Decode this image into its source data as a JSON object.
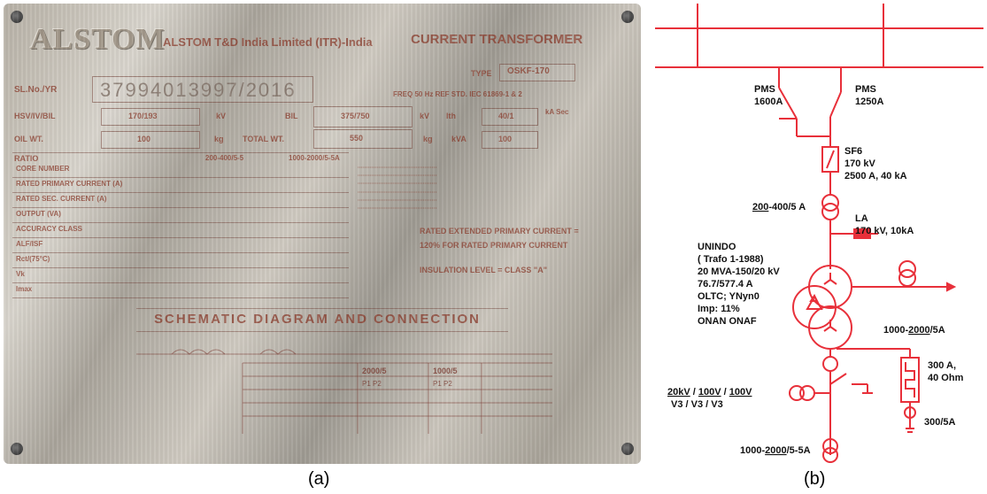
{
  "panel_a": {
    "brand": "ALSTOM",
    "header": "ALSTOM T&D India Limited (ITR)-India",
    "title": "CURRENT TRANSFORMER",
    "type_label": "TYPE",
    "type_value": "OSKF-170",
    "serial_label": "SL.No./YR",
    "serial_value": "37994013997/2016",
    "fields": {
      "hsv_label": "HSV/IV/BIL",
      "hsv_value": "170/193",
      "kv_label": "kV",
      "bil_label": "BIL",
      "bil_value": "375/750",
      "kv2": "kV",
      "ith_label": "Ith",
      "ith_value": "40/1",
      "ka_label": "kA Sec",
      "oil_label": "OIL WT.",
      "oil_value": "100",
      "kg_label": "kg",
      "total_label": "TOTAL WT.",
      "total_value": "550",
      "kg2": "kg",
      "kva_label": "kVA",
      "kva_value": "100",
      "freq": "FREQ 50 Hz  REF STD. IEC 61869-1 & 2"
    },
    "ratio_row": {
      "label": "RATIO",
      "v1": "200-400/5-5",
      "v2": "1000-2000/5-5A"
    },
    "table_rows": [
      "CORE NUMBER",
      "RATED PRIMARY CURRENT (A)",
      "RATED SEC. CURRENT (A)",
      "OUTPUT (VA)",
      "ACCURACY CLASS",
      "ALF/ISF",
      "Rct/(75°C)",
      "Vk",
      "Imax"
    ],
    "notes": [
      "RATED EXTENDED PRIMARY CURRENT =",
      "120% FOR RATED PRIMARY CURRENT",
      "INSULATION LEVEL = CLASS \"A\""
    ],
    "diagram_title": "SCHEMATIC DIAGRAM AND CONNECTION",
    "connection_headers": [
      "2000/5",
      "1000/5"
    ],
    "connection_taps": [
      "P1  P2",
      "P1  P2"
    ]
  },
  "panel_b": {
    "pms_left": "PMS\n1600A",
    "pms_right": "PMS\n1250A",
    "sf6": "SF6\n170 kV\n2500 A, 40 kA",
    "ct1_prefix": "200",
    "ct1_suffix": "-400/5 A",
    "la": "LA\n170 kV, 10kA",
    "transformer": "UNINDO\n( Trafo 1-1988)\n20 MVA-150/20 kV\n76.7/577.4 A\nOLTC; YNyn0\nImp: 11%\nONAN ONAF",
    "ct2_prefix": "1000-",
    "ct2_mid": "2000",
    "ct2_suffix": "/5A",
    "ngr": "300 A,\n40 Ohm",
    "ngr_ct": "300/5A",
    "vt_line1_parts": [
      "20kV",
      " / ",
      "100V",
      " / ",
      "100V"
    ],
    "vt_line2": "V3  /  V3  /  V3",
    "ct3_prefix": "1000-",
    "ct3_mid": "2000",
    "ct3_suffix": "/5-5A"
  },
  "captions": {
    "a": "(a)",
    "b": "(b)"
  },
  "colors": {
    "sld_line": "#e8303a",
    "component_fill": "#e8303a"
  }
}
